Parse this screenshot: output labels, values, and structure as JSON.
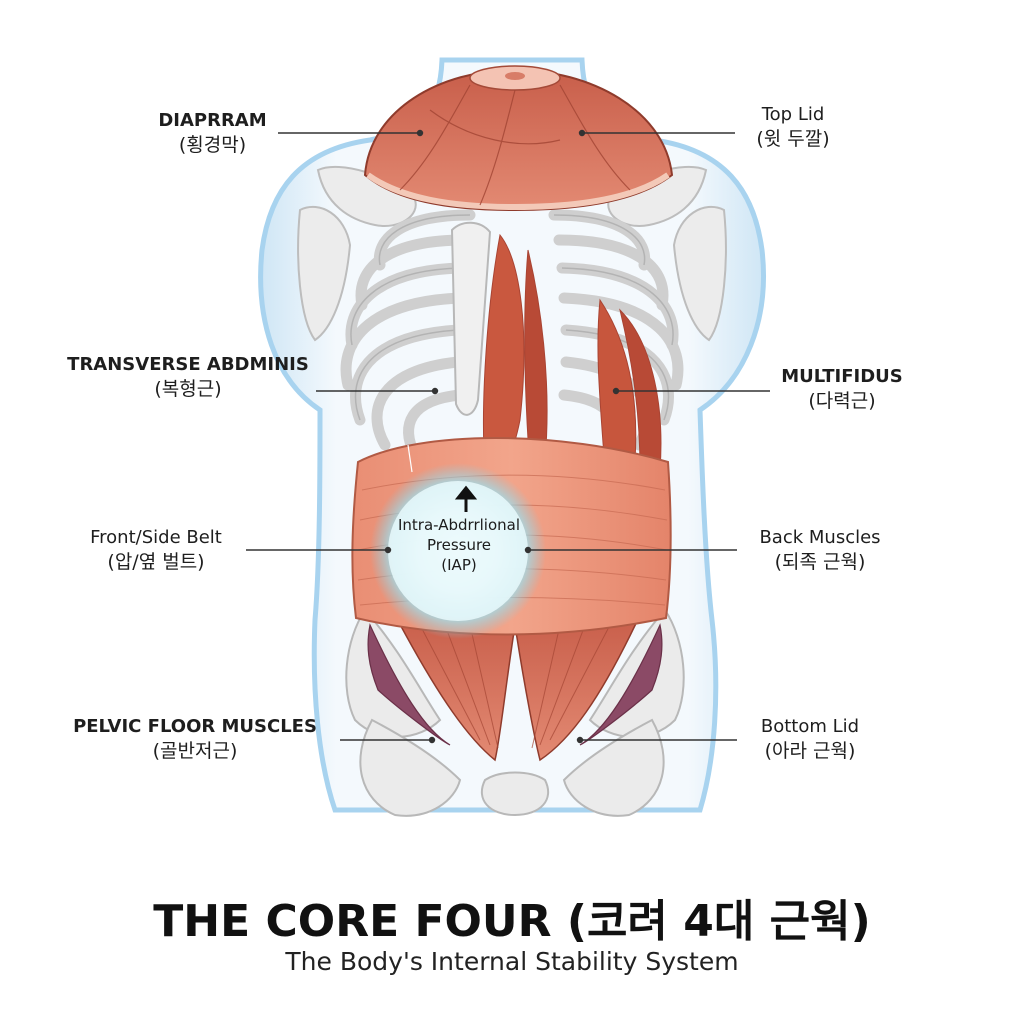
{
  "labels": {
    "diaphragm": {
      "en": "DIAPRRAM",
      "ko": "(횡경막)"
    },
    "top_lid": {
      "en": "Top Lid",
      "ko": "(윗 두깔)"
    },
    "transverse": {
      "en": "TRANSVERSE ABDMINIS",
      "ko": "(복형근)"
    },
    "multifidus": {
      "en": "MULTIFIDUS",
      "ko": "(다력근)"
    },
    "front_side": {
      "en": "Front/Side Belt",
      "ko": "(압/옆 벌트)"
    },
    "back_muscles": {
      "en": "Back Muscles",
      "ko": "(되족 근웍)"
    },
    "pelvic": {
      "en": "PELVIC FLOOR MUSCLES",
      "ko": "(골반저근)"
    },
    "bottom_lid": {
      "en": "Bottom Lid",
      "ko": "(아라 근웍)"
    }
  },
  "iap": {
    "line1": "Intra-Abdrrlional",
    "line2": "Pressure",
    "line3": "(IAP)"
  },
  "title": "THE CORE FOUR (코려 4대 근웍)",
  "subtitle": "The Body's Internal Stability System"
}
